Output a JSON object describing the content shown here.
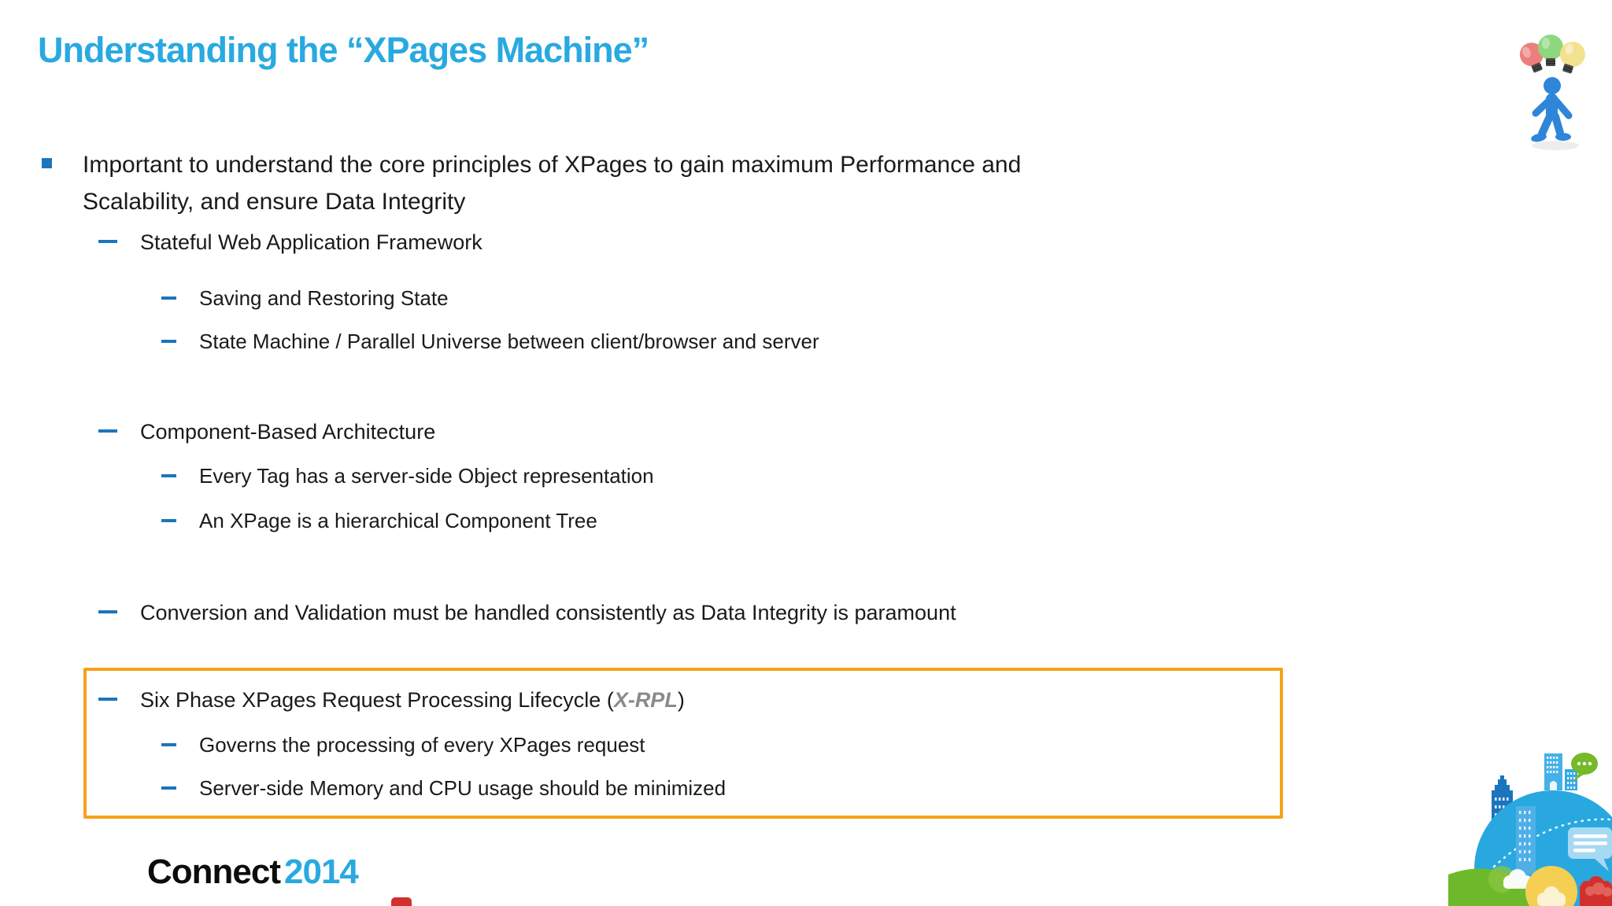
{
  "slide": {
    "title": "Understanding the “XPages Machine”",
    "bullets": [
      {
        "level": 1,
        "text": "Important to understand the core principles of XPages to gain maximum Performance and Scalability, and ensure Data Integrity"
      },
      {
        "level": 2,
        "text": "Stateful Web Application Framework"
      },
      {
        "level": 3,
        "text": "Saving and Restoring State"
      },
      {
        "level": 3,
        "text": "State Machine / Parallel Universe between client/browser and server"
      },
      {
        "level": 2,
        "text": "Component-Based Architecture"
      },
      {
        "level": 3,
        "text": "Every Tag has a server-side Object representation"
      },
      {
        "level": 3,
        "text": "An XPage is a hierarchical Component Tree"
      },
      {
        "level": 2,
        "text": "Conversion and Validation must be handled consistently as Data Integrity is paramount"
      },
      {
        "level": 2,
        "text": "Six Phase XPages Request Processing Lifecycle (",
        "emphasis": "X-RPL",
        "suffix": ")"
      },
      {
        "level": 3,
        "text": "Governs the processing of every XPages request"
      },
      {
        "level": 3,
        "text": "Server-side Memory and CPU usage should be minimized"
      }
    ],
    "highlight_box": {
      "note": "orange emphasis frame around last bullet group",
      "color": "#F7A11A"
    },
    "footer": {
      "logo_connect": "Connect",
      "logo_year": "2014"
    },
    "icons": {
      "top_right": "person-with-idea-bulbs-clipart",
      "bottom_right": "cityscape-globe-illustration"
    },
    "colors": {
      "title_blue": "#29A9E1",
      "bullet_blue": "#1B75BC",
      "body_text": "#1A1A1A",
      "emphasis_gray": "#8A8A8A",
      "box_orange": "#F7A11A",
      "logo_black": "#0C0C0C",
      "logo_blue": "#29A9E1",
      "accent_red": "#D2302C",
      "illustration_globe_blue": "#29A8E0",
      "illustration_building_blue": "#1C75BC",
      "illustration_green": "#6EB92B",
      "illustration_yellow": "#F5CF53"
    }
  }
}
